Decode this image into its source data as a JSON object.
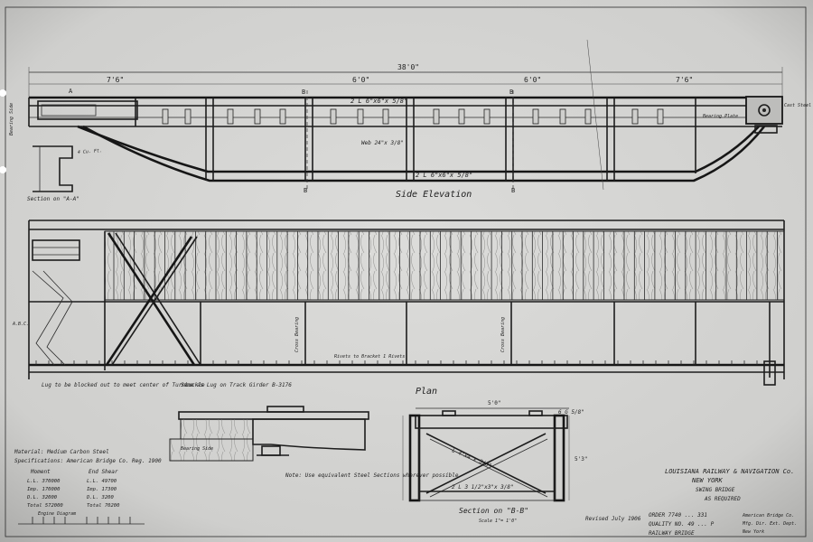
{
  "drawing": {
    "overall_dim": "38'0\"",
    "left_panel_dim": "7'6\"",
    "right_panel_dim": "7'6\"",
    "center_dim_a": "6'0\"",
    "center_dim_b": "6'0\"",
    "top_chord_label": "2 L 6\"x6\"x 5/8\"",
    "bottom_chord_label": "2 L 6\"x6\"x 5/8\"",
    "web_label": "Web 24\"x 3/8\"",
    "section_mark_b": "B",
    "section_mark_a": "A",
    "side_elevation_title": "Side Elevation",
    "plan_title": "Plan",
    "section_aa_title": "Section on \"A-A\"",
    "section_bb_title": "Section on \"B-B\"",
    "section_bb_scale": "Scale 1\"= 1'0\"",
    "bb_dim_top": "5'0\"",
    "bb_dim_side": "5'3\"",
    "bb_angle_label": "L 4\"x4\"x 3/8\"",
    "bb_top_angle": "6 G 5/8\"",
    "bb_bottom_label": "2 L 3 1/2\"x3\"x 3/8\"",
    "note_lug": "Lug to be blocked out to meet center of Turnbuckle",
    "note_same": "Same as Lug on Track Girder B-3176",
    "note_cross_bearing": "Cross Bearing",
    "note_rivets": "Rivets to Bracket 1 Rivets",
    "note_equivalent": "Note: Use equivalent Steel Sections wherever possible.",
    "note_material": "Material: Medium Carbon Steel",
    "note_specifications": "Specifications: American Bridge Co. Reg. 1900",
    "note_revised": "Revised July 1906",
    "note_cast_steel": "Cast Steel",
    "note_bearing_plate": "Bearing Plate",
    "note_bearing_side": "Bearing Side",
    "strain_header_moment": "Moment",
    "strain_header_end_shear": "End Shear",
    "strain_rows": [
      [
        "L.L. 370000",
        "L.L. 49700"
      ],
      [
        "Imp. 170000",
        "Imp. 17300"
      ],
      [
        "D.L. 32000",
        "D.L. 3200"
      ],
      [
        "Total 572000",
        "Total 70200"
      ]
    ],
    "engine_diagram": "Engine Diagram",
    "title_block": [
      "LOUISIANA RAILWAY & NAVIGATION Co.",
      "NEW YORK",
      "SWING BRIDGE",
      "AS REQUIRED"
    ],
    "order_block": [
      "ORDER 7740 ... 331",
      "QUALITY NO. 49 ... P",
      "RAILWAY BRIDGE"
    ],
    "company_block": [
      "American Bridge Co.",
      "Mfg. Dir. Ext. Dept.",
      "New York"
    ]
  },
  "colors": {
    "paper": "#d8d8d6",
    "ink": "#1e1e1e"
  }
}
